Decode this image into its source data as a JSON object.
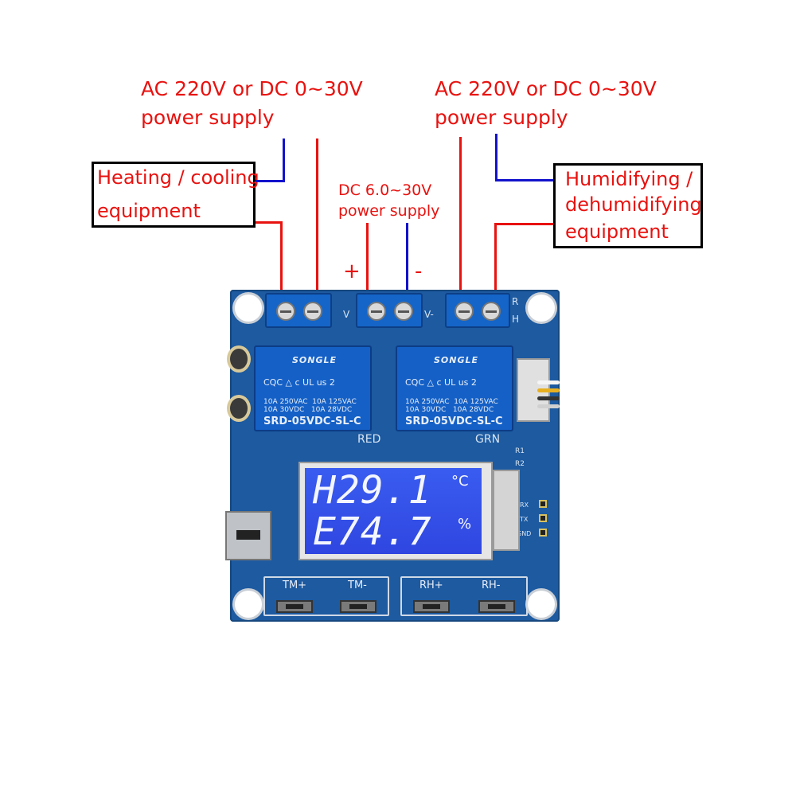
{
  "labels": {
    "left_supply_line1": "AC 220V or DC 0~30V",
    "left_supply_line2": "power supply",
    "right_supply_line1": "AC 220V or DC 0~30V",
    "right_supply_line2": "power supply",
    "heating_line1": "Heating / cooling",
    "heating_line2": "equipment",
    "humid_line1": "Humidifying /",
    "humid_line2": "dehumidifying",
    "humid_line3": "equipment",
    "dc_supply_line1": "DC 6.0~30V",
    "dc_supply_line2": "power supply",
    "plus_sign": "+",
    "minus_sign": "-"
  },
  "board": {
    "silk_v_plus": "V",
    "silk_v_minus": "V-",
    "silk_r": "R",
    "silk_h": "H",
    "silk_red": "RED",
    "silk_grn": "GRN",
    "silk_r1": "R1",
    "silk_r2": "R2",
    "silk_rx": "RX",
    "silk_tx": "TX",
    "silk_gnd": "GND",
    "relay_brand": "SONGLE",
    "relay_certs": "CQC △  c UL us  2",
    "relay_spec": "10A 250VAC  10A 125VAC\n10A 30VDC   10A 28VDC",
    "relay_model": "SRD-05VDC-SL-C",
    "display_line1": "H29.1",
    "display_unit1": "°C",
    "display_line2": "E74.7",
    "display_unit2": "%",
    "buttons": [
      "TM+",
      "TM-",
      "RH+",
      "RH-"
    ]
  },
  "colors": {
    "label_red": "#e8120f",
    "wire_red": "#e8120f",
    "wire_blue": "#1212cc",
    "pcb_blue": "#1d5aa0",
    "lcd_blue": "#3a5cf0"
  }
}
